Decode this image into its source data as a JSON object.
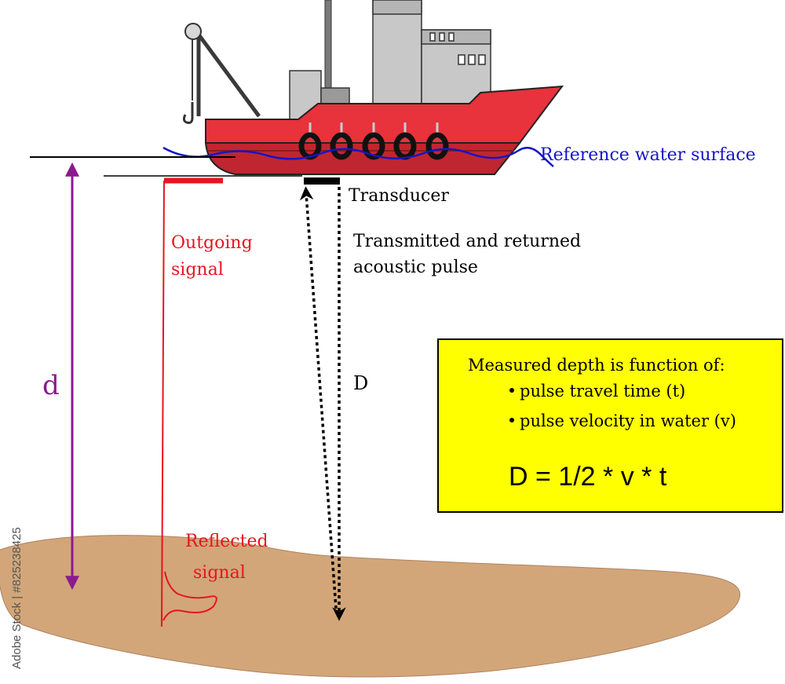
{
  "labels": {
    "reference_surface": "Reference water surface",
    "transducer": "Transducer",
    "pulse_line1": "Transmitted and returned",
    "pulse_line2": "acoustic pulse",
    "outgoing_line1": "Outgoing",
    "outgoing_line2": "signal",
    "reflected_line1": "Reflected",
    "reflected_line2": "signal",
    "d_label": "d",
    "D_label": "D"
  },
  "info_box": {
    "heading": "Measured depth is function of:",
    "bullets": [
      "pulse travel time (t)",
      "pulse velocity in water (v)"
    ],
    "formula": "D = 1/2 * v * t"
  },
  "watermark": "Adobe Stock | #825238425",
  "colors": {
    "hull_red": "#e8323c",
    "hull_dark": "#b3202a",
    "water_blue": "#1515c8",
    "signal_red": "#e8141e",
    "depth_purple": "#8b1a8f",
    "seabed": "#d2a679",
    "info_box_fill": "#ffff00",
    "superstructure_gray": "#c8c8c8"
  }
}
